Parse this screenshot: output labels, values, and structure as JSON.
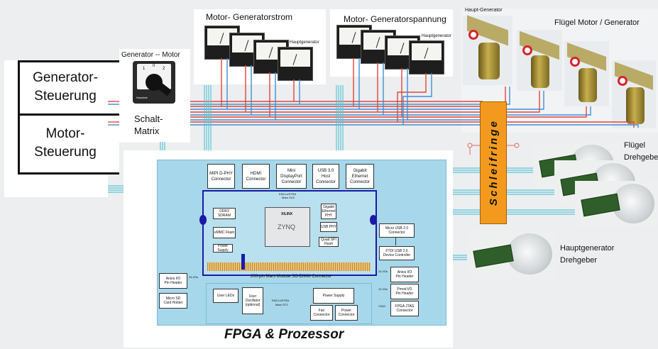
{
  "control": {
    "generator_label": "Generator-\nSteuerung",
    "motor_label": "Motor-\nSteuerung"
  },
  "switch": {
    "title": "Generator  --  Motor",
    "label": "Schalt-\nMatrix",
    "dial_numbers": [
      "1",
      "0",
      "2"
    ],
    "brand": "Hoschek"
  },
  "meters": {
    "current_title": "Motor- Generatorstrom",
    "voltage_title": "Motor- Generatorspannung",
    "sub_label": "Hauptgenerator"
  },
  "generators": {
    "main_label": "Haupt-Generator",
    "wing_label": "Flügel Motor / Generator"
  },
  "slip_ring": {
    "label": "Schleifringe"
  },
  "encoders": {
    "wing_label": "Flügel\nDrehgeber",
    "main_label": "Hauptgenerator\nDrehgeber"
  },
  "fpga": {
    "title": "FPGA & Prozessor",
    "top_connectors": [
      "MIPI D-PHY\nConnector",
      "HDMI\nConnector",
      "Mini\nDisplayPort\nConnector",
      "USB 3.0\nHost\nConnector",
      "Gigabit\nEthernet\nConnector"
    ],
    "module": {
      "brand": "ENCLUSTRA",
      "name": "Mars XU3",
      "chip_vendor": "XILINX",
      "chip_name": "ZYNQ",
      "ddr": "DDR3 SDRAM",
      "emmc": "eMMC Flash",
      "power": "Power Supply",
      "gig_phy": "Gigabit\nEthernet\nPHY",
      "usb_phy": "USB PHY",
      "qspi": "Quad SPI Flash",
      "connector": "200-pin Mars Module SO-DIMM Connector"
    },
    "right_components": [
      "Micro USB 2.0\nConnector",
      "FTDI USB 2.0\nDevice Controller",
      "Anios I/O\nPin Header",
      "Pmod I/O\nPin Header",
      "FPGA JTAG\nConnector"
    ],
    "right_tags": [
      "24 I/Os",
      "12 I/Os",
      "JTAG"
    ],
    "left_components": [
      "Anios I/O\nPin Header",
      "Micro SD\nCard Holder"
    ],
    "left_tag": "24 I/Os",
    "base_components": {
      "leds": "User LEDs",
      "osc": "User\nOscillator\n(optional)",
      "psu": "Power Supply",
      "fan": "Fan\nConnector",
      "power": "Power\nConnector",
      "base_brand": "ENCLUSTRA",
      "base_name": "Mars ST3"
    }
  },
  "colors": {
    "red_wire": "#e2453a",
    "blue_wire": "#3f8fd6",
    "cyan_bus": "#5cc6d4",
    "slip_ring": "#f39a1e",
    "board": "#a7d7ea",
    "module_border": "#1a1aa6"
  }
}
